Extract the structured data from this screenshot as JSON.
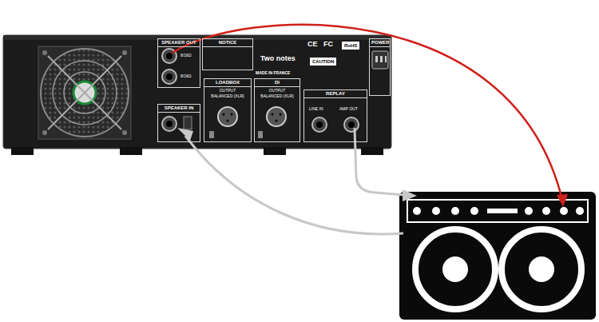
{
  "diagram": {
    "nodes": [
      {
        "text": [
          "SPEAKER OUT"
        ]
      },
      {
        "text": [
          "NOTICE"
        ]
      },
      {
        "text": [
          "SPEAKER IN"
        ]
      },
      {
        "text": [
          "LOADBOX",
          "OUTPUT",
          "BALANCED (XLR)"
        ]
      },
      {
        "text": [
          "DI",
          "OUTPUT",
          "BALANCED (XLR)"
        ]
      },
      {
        "text": [
          "REPLAY",
          "LINE IN",
          "AMP OUT"
        ]
      },
      {
        "text": [
          "POWER"
        ]
      }
    ],
    "labels": [
      "8/16Ω",
      "8/16Ω",
      "Two notes",
      "MADE IN FRANCE",
      "CE",
      "FC",
      "RoHS",
      "CAUTION"
    ]
  }
}
